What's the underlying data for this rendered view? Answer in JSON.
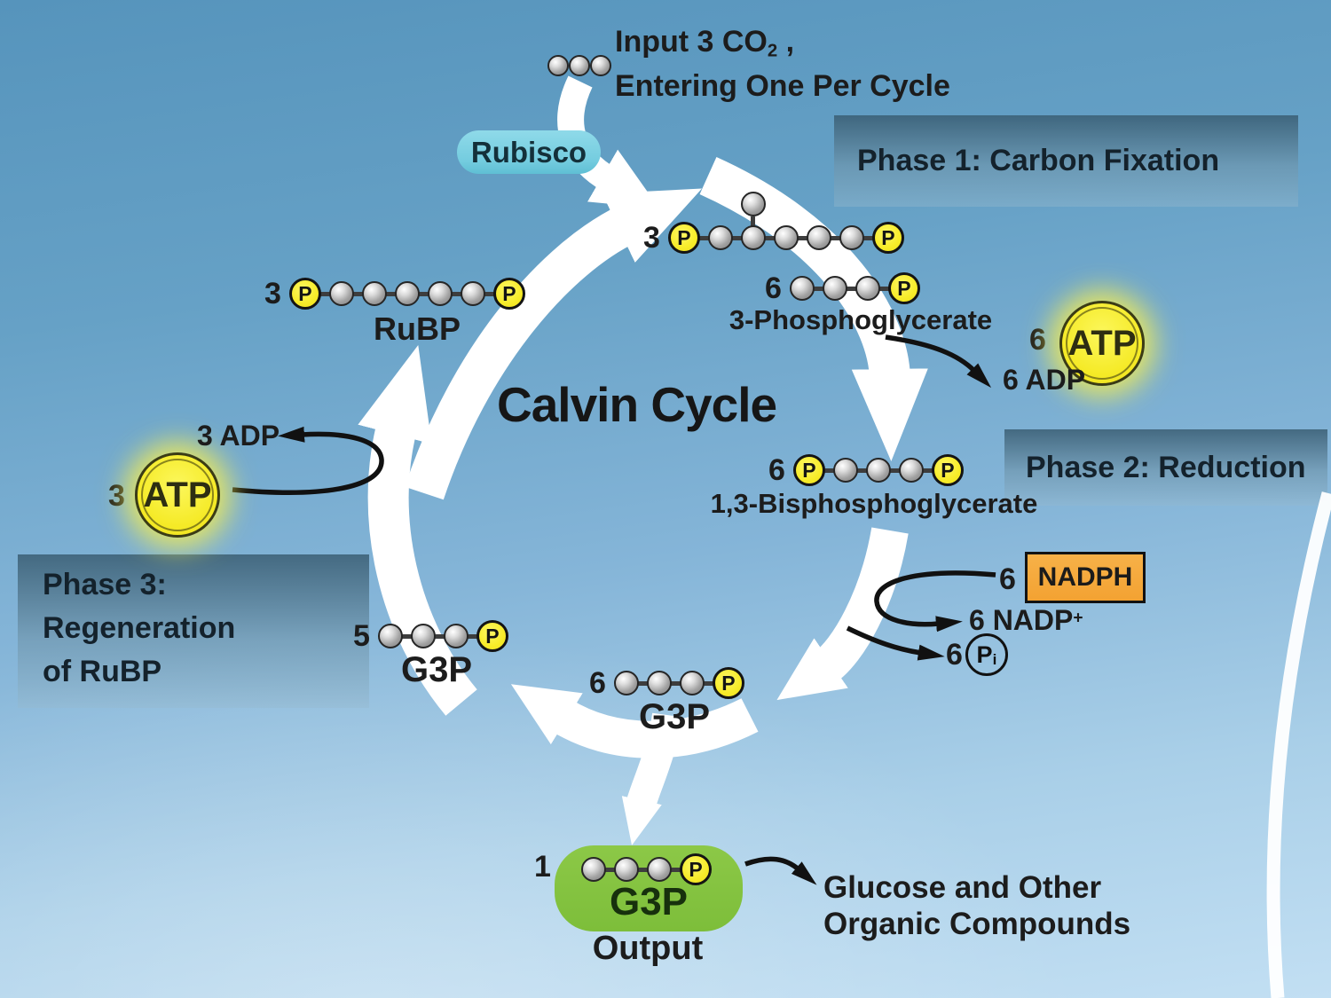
{
  "title": "Calvin Cycle",
  "colors": {
    "background_top": "#5694bc",
    "background_bottom": "#c2dff3",
    "phase_box": "#5b8199",
    "rubisco_pill": "#7ed3e3",
    "atp_yellow": "#f5ea26",
    "nadph_orange": "#f3a232",
    "phosphate_yellow": "#f7ec29",
    "output_green": "#84c33f",
    "carbon_gray": "#a2a2a2",
    "arrow_white": "#ffffff",
    "text_dark": "#1c1c1c"
  },
  "input": {
    "line1_main": "Input 3 CO",
    "line1_sub": "2",
    "line1_suffix": " ,",
    "line2": "Entering One Per Cycle"
  },
  "rubisco_label": "Rubisco",
  "phase1": {
    "label": "Phase 1: Carbon Fixation"
  },
  "phase2": {
    "label": "Phase 2: Reduction"
  },
  "phase3": {
    "line1": "Phase 3:",
    "line2": "Regeneration",
    "line3": "of RuBP"
  },
  "p_symbol": "P",
  "molecules": {
    "co2": {
      "chain": [
        "C",
        "C",
        "C"
      ]
    },
    "six_carbon": {
      "coefficient": "3",
      "chain": [
        "P",
        "C",
        "C",
        "C",
        "C",
        "C",
        "P"
      ],
      "branch_over_index": 2
    },
    "rubp": {
      "coefficient": "3",
      "chain": [
        "P",
        "C",
        "C",
        "C",
        "C",
        "C",
        "P"
      ],
      "label": "RuBP"
    },
    "pga": {
      "coefficient": "6",
      "chain": [
        "C",
        "C",
        "C",
        "P"
      ],
      "label": "3-Phosphoglycerate"
    },
    "bpg": {
      "coefficient": "6",
      "chain": [
        "P",
        "C",
        "C",
        "C",
        "P"
      ],
      "label": "1,3-Bisphosphoglycerate"
    },
    "g3p_cycle": {
      "coefficient": "6",
      "chain": [
        "C",
        "C",
        "C",
        "P"
      ],
      "label": "G3P"
    },
    "g3p_left": {
      "coefficient": "5",
      "chain": [
        "C",
        "C",
        "C",
        "P"
      ],
      "label": "G3P"
    },
    "g3p_output": {
      "coefficient": "1",
      "chain": [
        "C",
        "C",
        "C",
        "P"
      ],
      "label": "G3P"
    }
  },
  "energy": {
    "atp_right": {
      "coefficient": "6",
      "label": "ATP",
      "product": "6 ADP"
    },
    "atp_left": {
      "coefficient": "3",
      "label": "ATP",
      "product": "3 ADP"
    },
    "nadph": {
      "coefficient": "6",
      "label": "NADPH",
      "product_main": "6 NADP",
      "product_sup": "+",
      "pi_coefficient": "6",
      "pi_symbol": "P",
      "pi_sub": "i"
    }
  },
  "output": {
    "label": "Output",
    "target_line1": "Glucose and Other",
    "target_line2": "Organic Compounds"
  }
}
